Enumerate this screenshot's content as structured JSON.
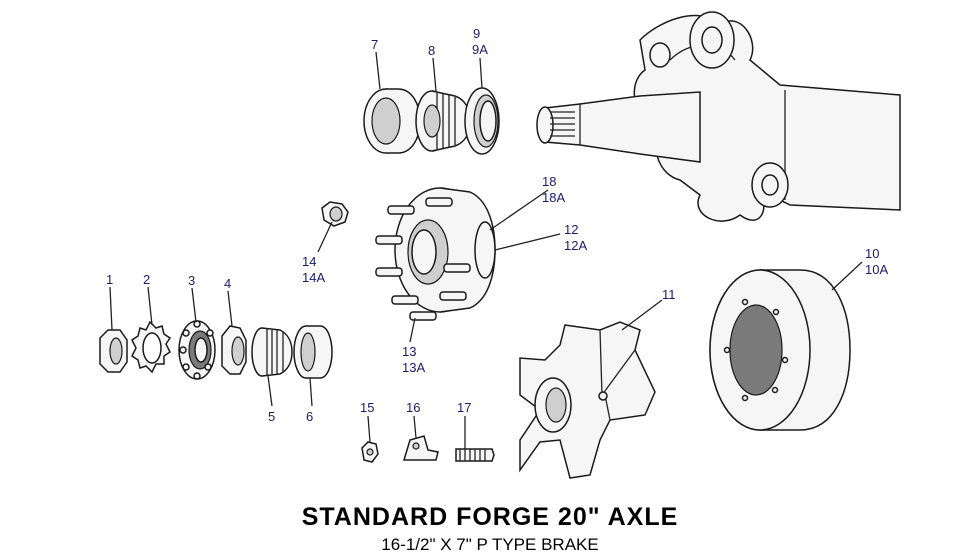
{
  "title": "STANDARD FORGE 20\" AXLE",
  "subtitle": "16-1/2\" X 7\" P TYPE BRAKE",
  "callouts": {
    "c1": "1",
    "c2": "2",
    "c3": "3",
    "c4": "4",
    "c5": "5",
    "c6": "6",
    "c7": "7",
    "c8": "8",
    "c9": "9",
    "c9a": "9A",
    "c10": "10",
    "c10a": "10A",
    "c11": "11",
    "c12": "12",
    "c12a": "12A",
    "c13": "13",
    "c13a": "13A",
    "c14": "14",
    "c14a": "14A",
    "c15": "15",
    "c16": "16",
    "c17": "17",
    "c18": "18",
    "c18a": "18A"
  }
}
